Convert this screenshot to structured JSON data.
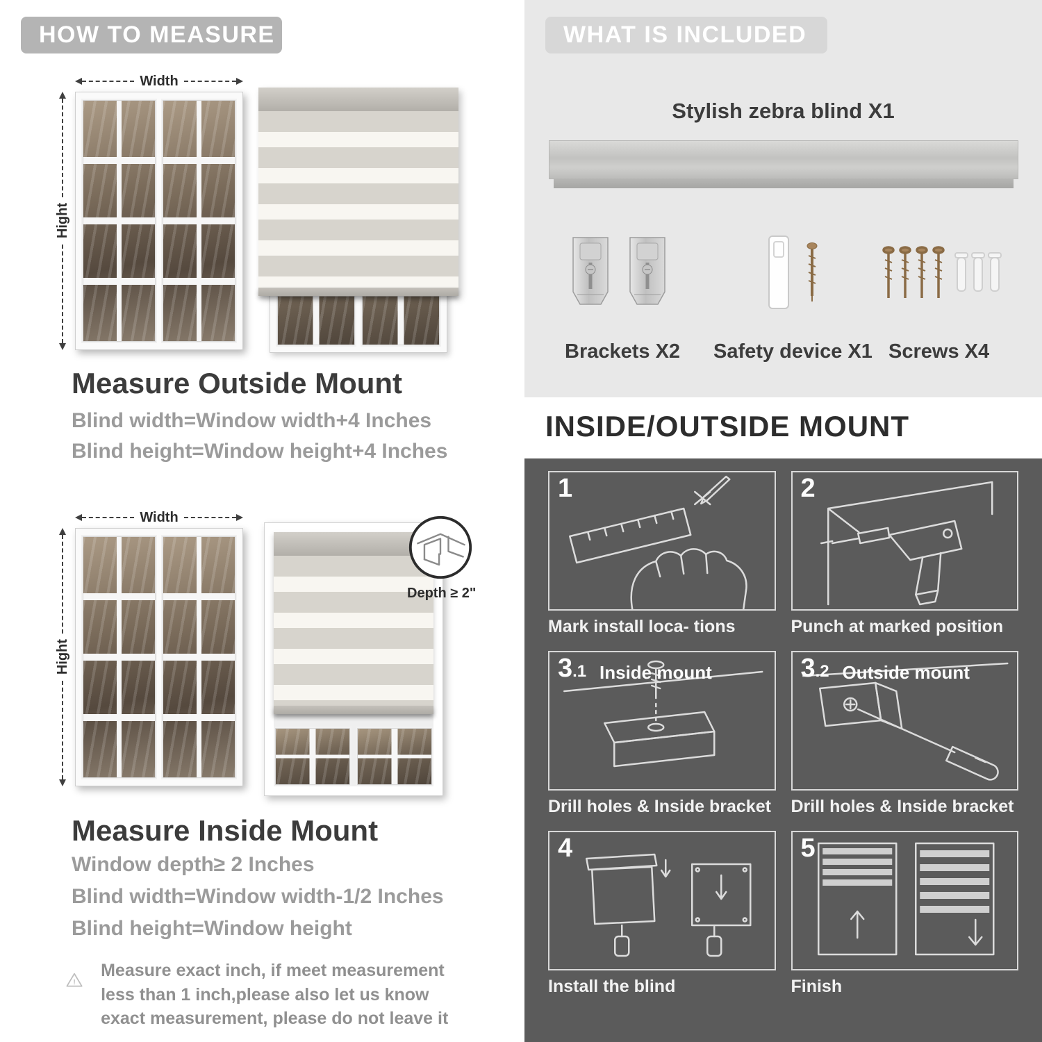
{
  "how_to_measure": {
    "header": "HOW TO MEASURE",
    "width_label": "Width",
    "height_label": "Hight",
    "outside": {
      "title": "Measure Outside Mount",
      "lines": [
        "Blind width=Window width+4 Inches",
        "Blind height=Window height+4 Inches"
      ]
    },
    "inside": {
      "title": "Measure Inside Mount",
      "depth_callout": "Depth ≥ 2\"",
      "lines": [
        "Window depth≥ 2 Inches",
        "Blind width=Window width-1/2 Inches",
        "Blind height=Window height"
      ]
    },
    "warning_mark": "!",
    "warning_text": "Measure exact inch, if meet measurement less than 1 inch,please also let us know exact measurement, please do not leave it"
  },
  "included": {
    "header": "WHAT IS INCLUDED",
    "blind_label": "Stylish zebra blind X1",
    "item_labels": [
      "Brackets X2",
      "Safety device X1",
      "Screws X4"
    ]
  },
  "mount": {
    "header": "INSIDE/OUTSIDE MOUNT",
    "steps": [
      {
        "num": "1",
        "caption": "Mark install loca- tions"
      },
      {
        "num": "2",
        "caption": "Punch at  marked position"
      },
      {
        "num": "3",
        "sub": ".1",
        "label": "Inside mount",
        "caption": "Drill holes &  Inside bracket"
      },
      {
        "num": "3",
        "sub": ".2",
        "label": "Outside mount",
        "caption": "Drill holes &  Inside bracket"
      },
      {
        "num": "4",
        "caption": "Install the blind"
      },
      {
        "num": "5",
        "caption": "Finish"
      }
    ]
  },
  "colors": {
    "left_badge_gray": "#b4b4b4",
    "included_badge_gray": "#d7d7d7",
    "included_section_bg": "#e8e8e8",
    "dark_section_bg": "#5b5b5b",
    "heading_text": "#3c3c3c",
    "subtext_gray": "#9b9b9b",
    "line_art": "#dcdcdc"
  }
}
